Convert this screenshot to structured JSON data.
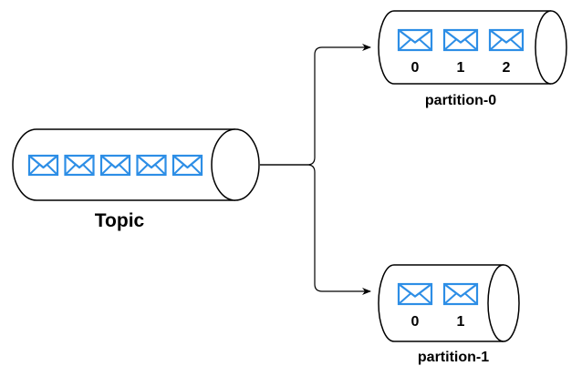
{
  "diagram": {
    "topic": {
      "label": "Topic",
      "message_count": 5
    },
    "partitions": [
      {
        "label": "partition-0",
        "offsets": [
          "0",
          "1",
          "2"
        ]
      },
      {
        "label": "partition-1",
        "offsets": [
          "0",
          "1"
        ]
      }
    ],
    "icon": "envelope-icon",
    "colors": {
      "envelope": "#2d8ee6",
      "stroke": "#000000",
      "background": "#ffffff"
    }
  }
}
